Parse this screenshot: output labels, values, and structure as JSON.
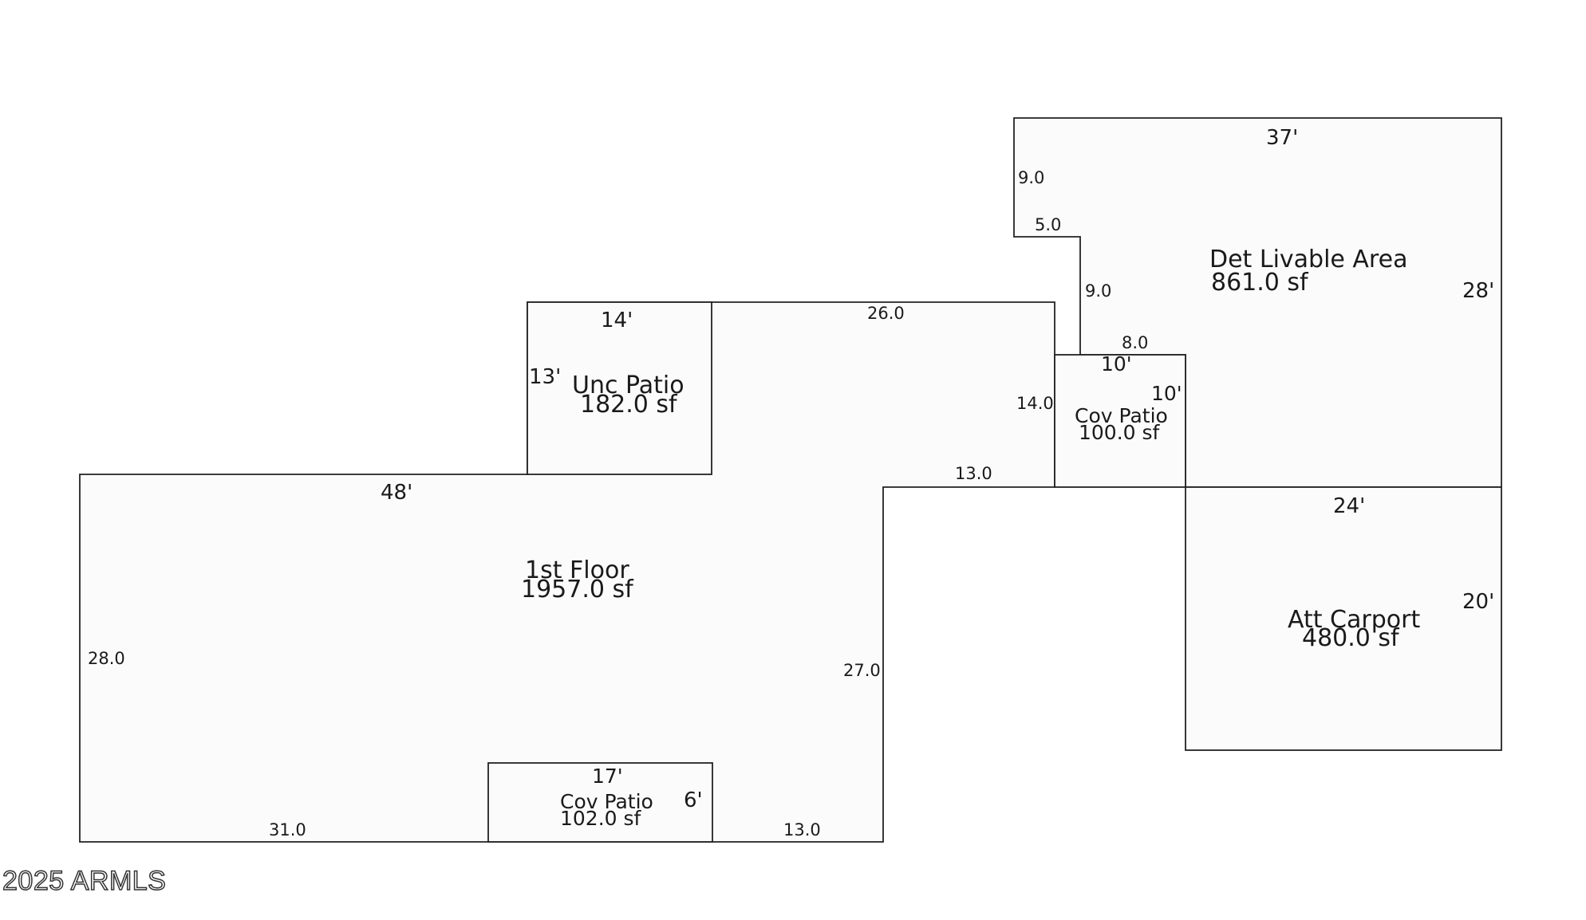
{
  "rooms": {
    "det_livable": {
      "name": "Det Livable Area",
      "area": "861.0 sf"
    },
    "unc_patio": {
      "name": "Unc Patio",
      "area": "182.0 sf"
    },
    "cov_patio_upper": {
      "name": "Cov Patio",
      "area": "100.0 sf"
    },
    "first_floor": {
      "name": "1st Floor",
      "area": "1957.0 sf"
    },
    "att_carport": {
      "name": "Att Carport",
      "area": "480.0 sf"
    },
    "cov_patio_lower": {
      "name": "Cov Patio",
      "area": "102.0 sf"
    }
  },
  "dimensions": {
    "det_top": "37'",
    "det_left_upper": "9.0",
    "det_notch_width": "5.0",
    "det_notch_height": "9.0",
    "det_right": "28'",
    "det_step": "8.0",
    "unc_top": "14'",
    "unc_left": "13'",
    "floor_top_right": "26.0",
    "floor_right_upper": "14.0",
    "floor_step": "13.0",
    "cov_upper_top": "10'",
    "cov_upper_side": "10'",
    "floor_top_left": "48'",
    "floor_left": "28.0",
    "floor_right_lower": "27.0",
    "floor_bottom_left": "31.0",
    "floor_bottom_right": "13.0",
    "carport_top": "24'",
    "carport_right": "20'",
    "cov_lower_top": "17'",
    "cov_lower_side": "6'"
  },
  "footer": {
    "copyright": "2025 ARMLS"
  }
}
